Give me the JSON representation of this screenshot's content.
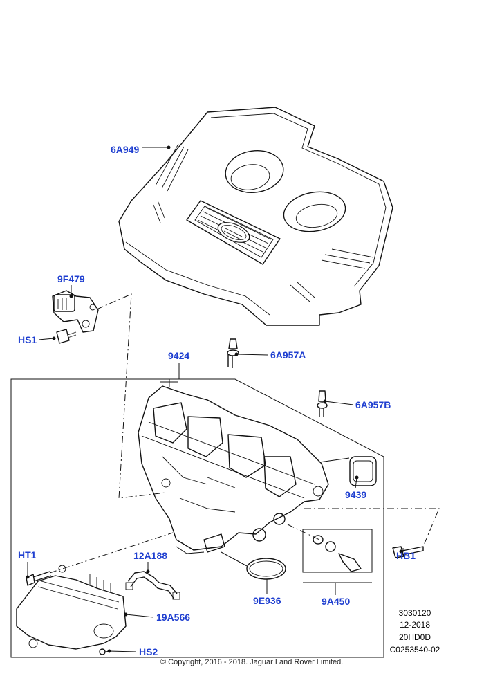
{
  "callouts": {
    "engine_cover": "6A949",
    "map_sensor": "9F479",
    "sensor_bolt": "HS1",
    "cover_stud_a": "6A957A",
    "intake_manifold": "9424",
    "cover_stud_b": "6A957B",
    "manifold_gasket": "9439",
    "manifold_bolt": "HB1",
    "heater_tube": "HT1",
    "hose": "12A188",
    "cooler": "19A566",
    "cooler_bolt": "HS2",
    "oring": "9E936",
    "valve_kit": "9A450"
  },
  "meta": {
    "code": "3030120",
    "date": "12-2018",
    "model": "20HD0D",
    "drawing_id": "C0253540-02"
  },
  "copyright": "© Copyright, 2016 - 2018. Jaguar Land Rover Limited.",
  "icons": {
    "logo": "land-rover-oval-logo-icon"
  }
}
